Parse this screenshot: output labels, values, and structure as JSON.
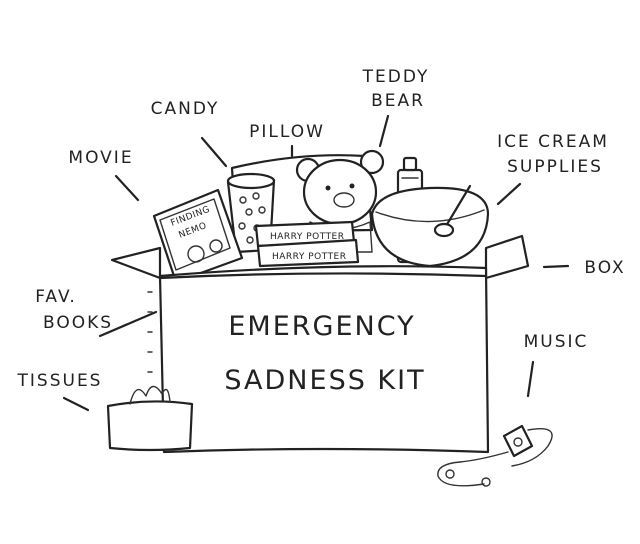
{
  "kit": {
    "title_line1": "EMERGENCY",
    "title_line2": "SADNESS KIT"
  },
  "labels": {
    "teddy_bear_line1": "TEDDY",
    "teddy_bear_line2": "BEAR",
    "candy": "CANDY",
    "pillow": "PILLOW",
    "ice_cream_line1": "ICE CREAM",
    "ice_cream_line2": "SUPPLIES",
    "movie": "MOVIE",
    "box": "BOX",
    "fav_books_line1": "FAV.",
    "fav_books_line2": "BOOKS",
    "music": "MUSIC",
    "tissues": "TISSUES"
  },
  "items": {
    "movie_cover_line1": "FINDING",
    "movie_cover_line2": "NEMO",
    "book_spine_1": "HARRY POTTER",
    "book_spine_2": "HARRY POTTER"
  },
  "ink_color": "#222222"
}
